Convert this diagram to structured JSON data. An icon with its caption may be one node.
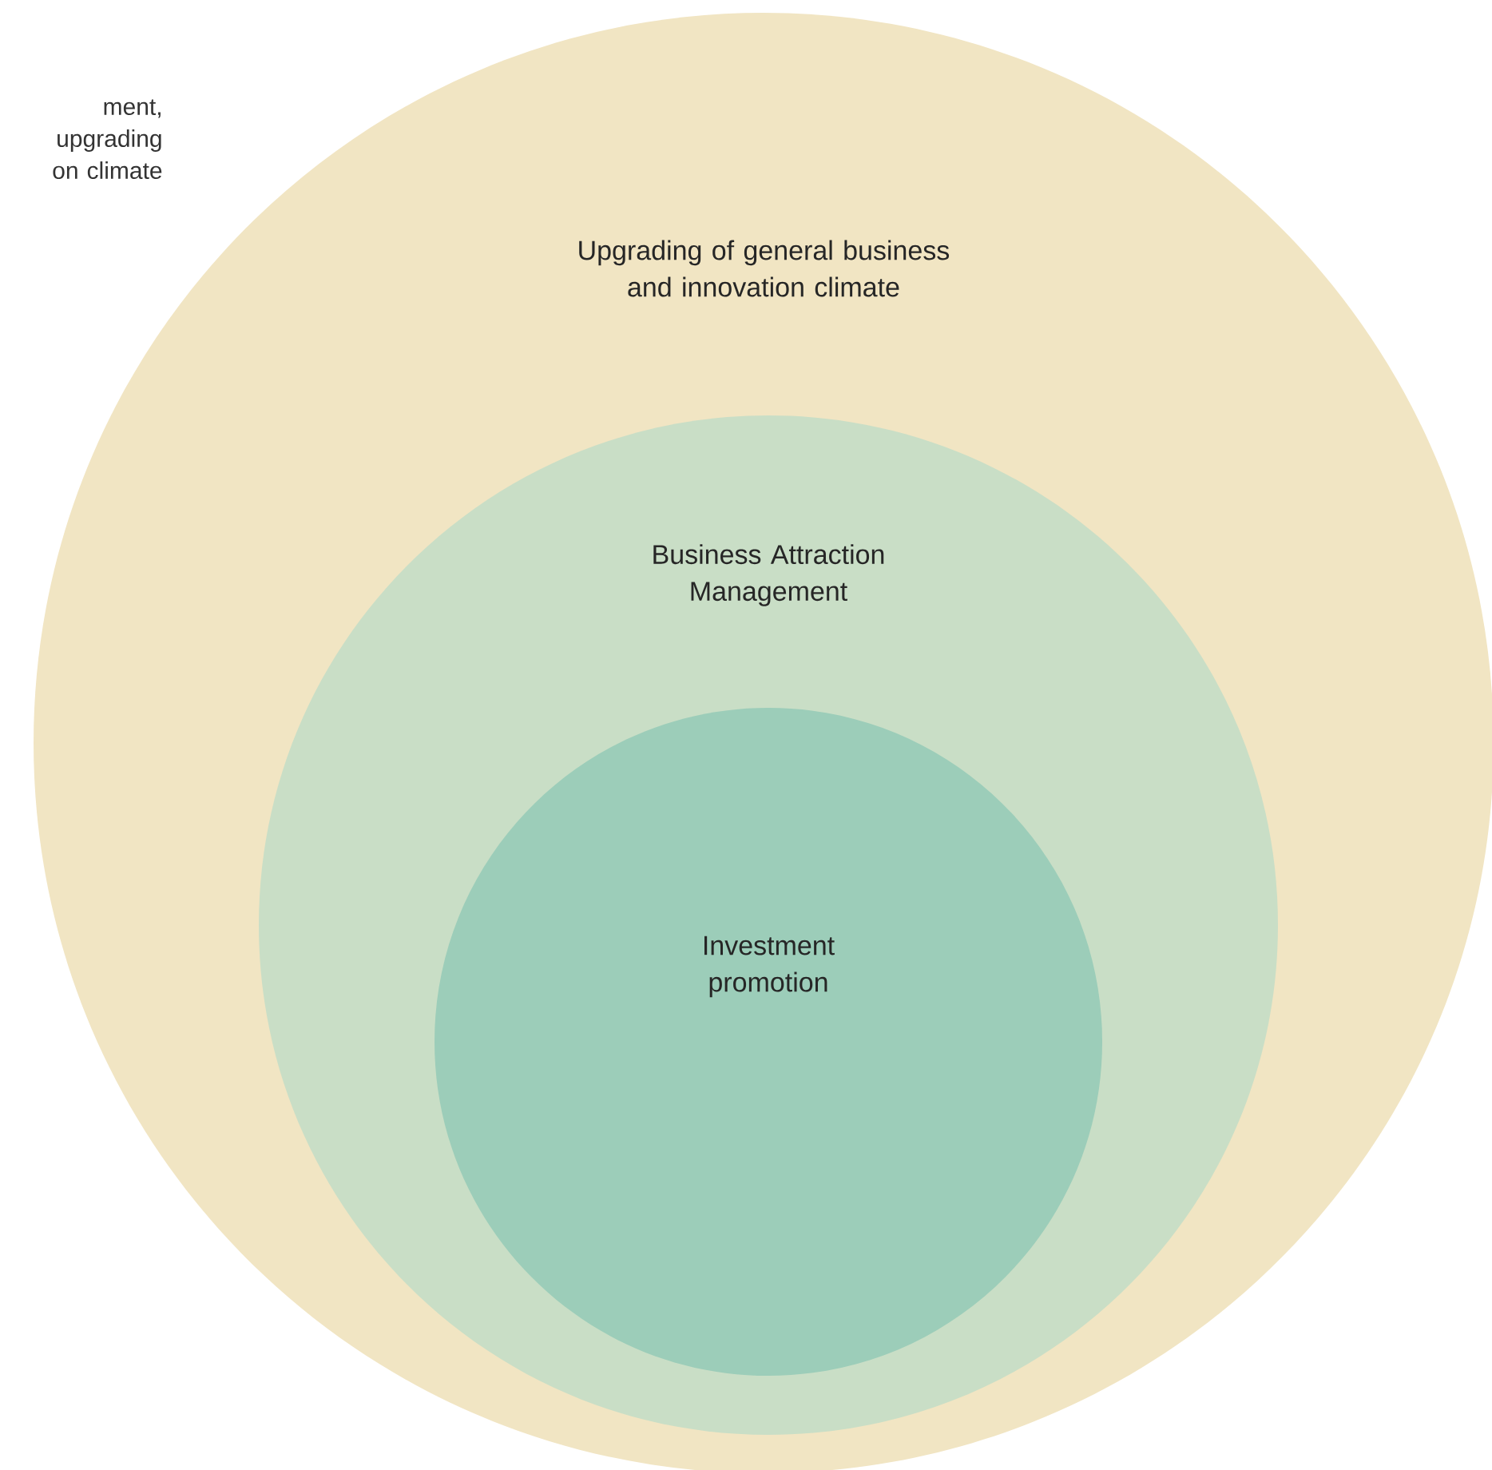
{
  "diagram": {
    "nodes": [
      {
        "text": [
          "Upgrading of general business and innovation climate"
        ]
      },
      {
        "text": [
          "Business Attraction Management"
        ],
        "in": 0
      },
      {
        "text": [
          "Investment promotion"
        ],
        "in": 1
      }
    ],
    "labels": [
      "ment, upgrading on climate"
    ]
  }
}
